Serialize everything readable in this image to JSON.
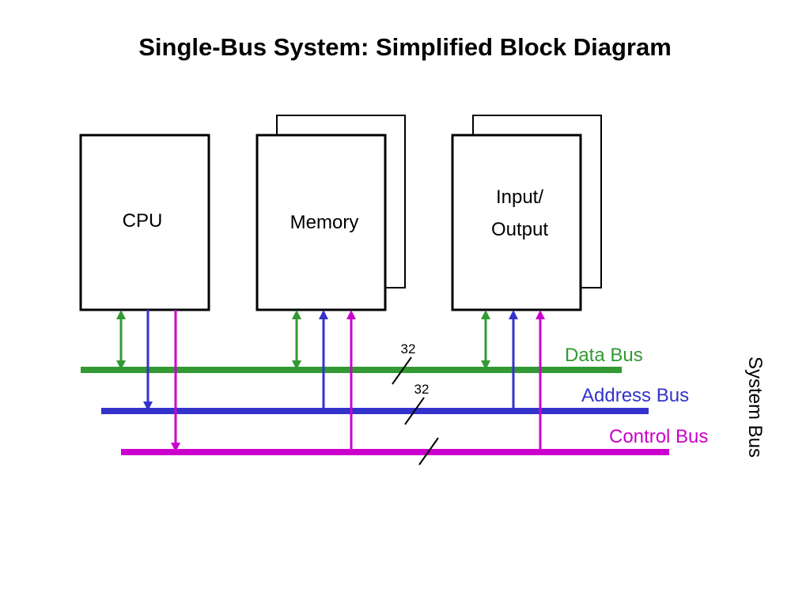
{
  "title": "Single-Bus System: Simplified Block Diagram",
  "blocks": {
    "cpu": {
      "label": "CPU"
    },
    "memory": {
      "label": "Memory"
    },
    "io": {
      "label_line1": "Input/",
      "label_line2": "Output"
    }
  },
  "buses": {
    "data": {
      "label": "Data Bus",
      "color": "#339933",
      "width": "32"
    },
    "address": {
      "label": "Address Bus",
      "color": "#3333cc",
      "width": "32"
    },
    "control": {
      "label": "Control Bus",
      "color": "#cc00cc"
    }
  },
  "system_bus_label": "System Bus"
}
